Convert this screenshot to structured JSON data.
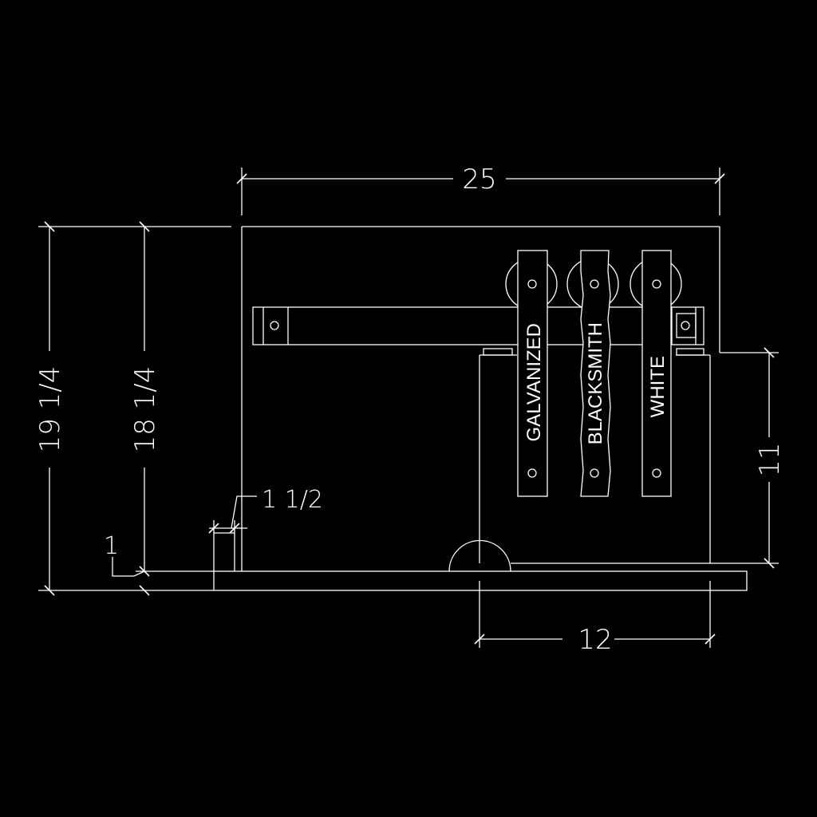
{
  "dimensions": {
    "overall_width": "25",
    "overall_height": "19 1/4",
    "inner_height": "18 1/4",
    "leg_width": "1 1/2",
    "base_thickness": "1",
    "door_height": "11",
    "door_width": "12"
  },
  "hangers": [
    {
      "label": "GALVANIZED"
    },
    {
      "label": "BLACKSMITH"
    },
    {
      "label": "WHITE"
    }
  ],
  "colors": {
    "background": "#000000",
    "line": "#ffffff"
  }
}
